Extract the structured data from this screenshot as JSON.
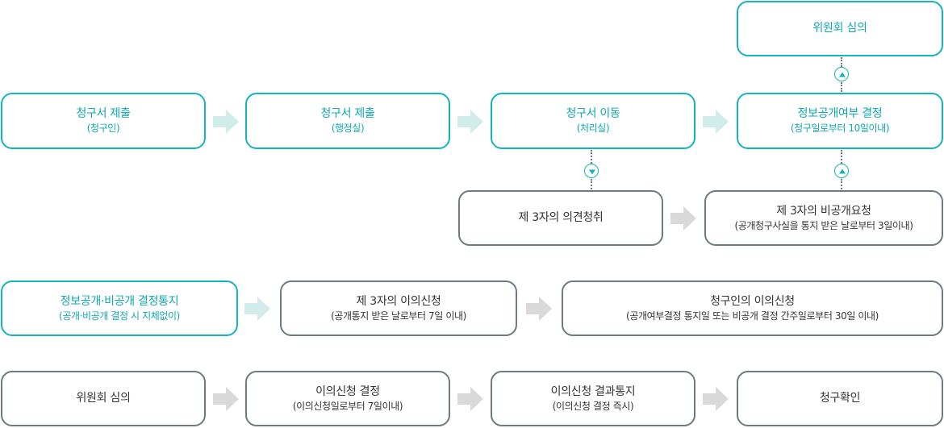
{
  "colors": {
    "teal": "#17b3bd",
    "gray_border": "#6b7b80",
    "arrow": "#d9d9d9",
    "arrow_teal": "#d2ebeb"
  },
  "nodes": {
    "request_submit_applicant": {
      "title": "청구서 제출",
      "sub": "(청구인)"
    },
    "request_submit_admin": {
      "title": "청구서 제출",
      "sub": "(행정실)"
    },
    "request_transfer": {
      "title": "청구서 이동",
      "sub": "(처리실)"
    },
    "disclosure_decision": {
      "title": "정보공개여부 결정",
      "sub": "(청구일로부터 10일이내)"
    },
    "committee_review_top": {
      "title": "위원회 심의"
    },
    "third_party_opinion": {
      "title": "제 3자의 의견청취"
    },
    "third_party_nondisclosure_request": {
      "title": "제 3자의 비공개요청",
      "sub": "(공개청구사실을 통지 받은 날로부터 3일이내)"
    },
    "decision_notice": {
      "title": "정보공개·비공개 결정통지",
      "sub": "(공개·비공개 결정 시 지체없이)"
    },
    "third_party_objection": {
      "title": "제 3자의 이의신청",
      "sub": "(공개통지 받은 날로부터 7일 이내)"
    },
    "applicant_objection": {
      "title": "청구인의 이의신청",
      "sub": "(공개여부결정 통지일 또는 비공개 결정 간주일로부터 30일 이내)"
    },
    "committee_review_bottom": {
      "title": "위원회 심의"
    },
    "objection_decision": {
      "title": "이의신청 결정",
      "sub": "(이의신청일로부터 7일이내)"
    },
    "objection_result_notice": {
      "title": "이의신청 결과통지",
      "sub": "(이의신청 결정 즉시)"
    },
    "request_confirm": {
      "title": "청구확인"
    }
  },
  "icons": {
    "arrow": "chevron-right-arrow-icon",
    "up": "triangle-up-icon",
    "down": "triangle-down-icon"
  }
}
